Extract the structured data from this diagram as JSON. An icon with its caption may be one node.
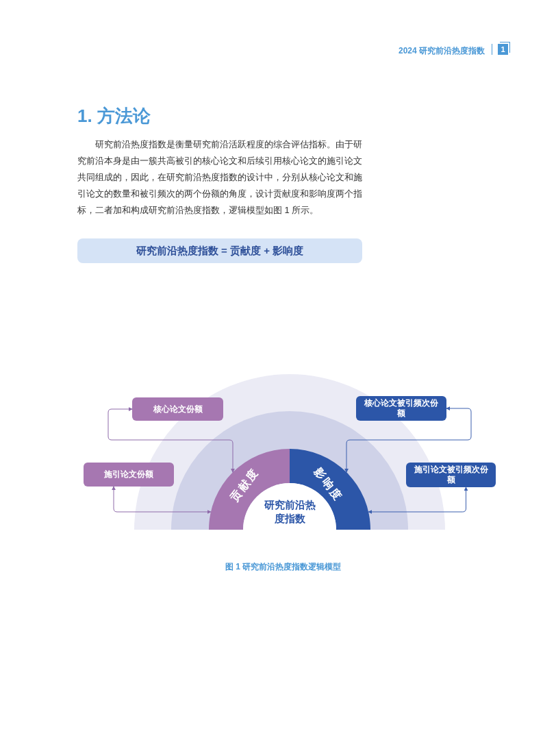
{
  "diagram": {
    "title": "1. 方法论",
    "nodes": [
      {
        "text": [
          "研究前沿热度指数 = 贡献度 + 影响度"
        ]
      },
      {
        "text": [
          "核心论文份额"
        ]
      },
      {
        "text": [
          "核心论文被引频次份额"
        ]
      },
      {
        "text": [
          "施引论文份额"
        ]
      },
      {
        "text": [
          "施引论文被引频次份额"
        ]
      },
      {
        "text": [
          "贡献度"
        ]
      },
      {
        "text": [
          "影响度"
        ]
      },
      {
        "text": [
          "研究前沿热度指数"
        ]
      }
    ],
    "edges": [
      {
        "from": 1,
        "to": 5,
        "arrow": "both",
        "color": "#8e6aa9"
      },
      {
        "from": 3,
        "to": 5,
        "arrow": "both",
        "color": "#8e6aa9"
      },
      {
        "from": 2,
        "to": 6,
        "arrow": "both",
        "color": "#3b5fae"
      },
      {
        "from": 4,
        "to": 6,
        "arrow": "both",
        "color": "#3b5fae"
      }
    ],
    "labels": [
      "2024 研究前沿热度指数",
      "1",
      "研究前沿热度指数是衡量研究前沿活跃程度的综合评估指标。由于研究前沿本身是由一簇共高被引的核心论文和后续引用核心论文的施引论文共同组成的，因此，在研究前沿热度指数的设计中，分别从核心论文和施引论文的数量和被引频次的两个份额的角度，设计贡献度和影响度两个指标，二者加和构成研究前沿热度指数，逻辑模型如图 1 所示。"
    ],
    "caption": "图 1 研究前沿热度指数逻辑模型"
  }
}
